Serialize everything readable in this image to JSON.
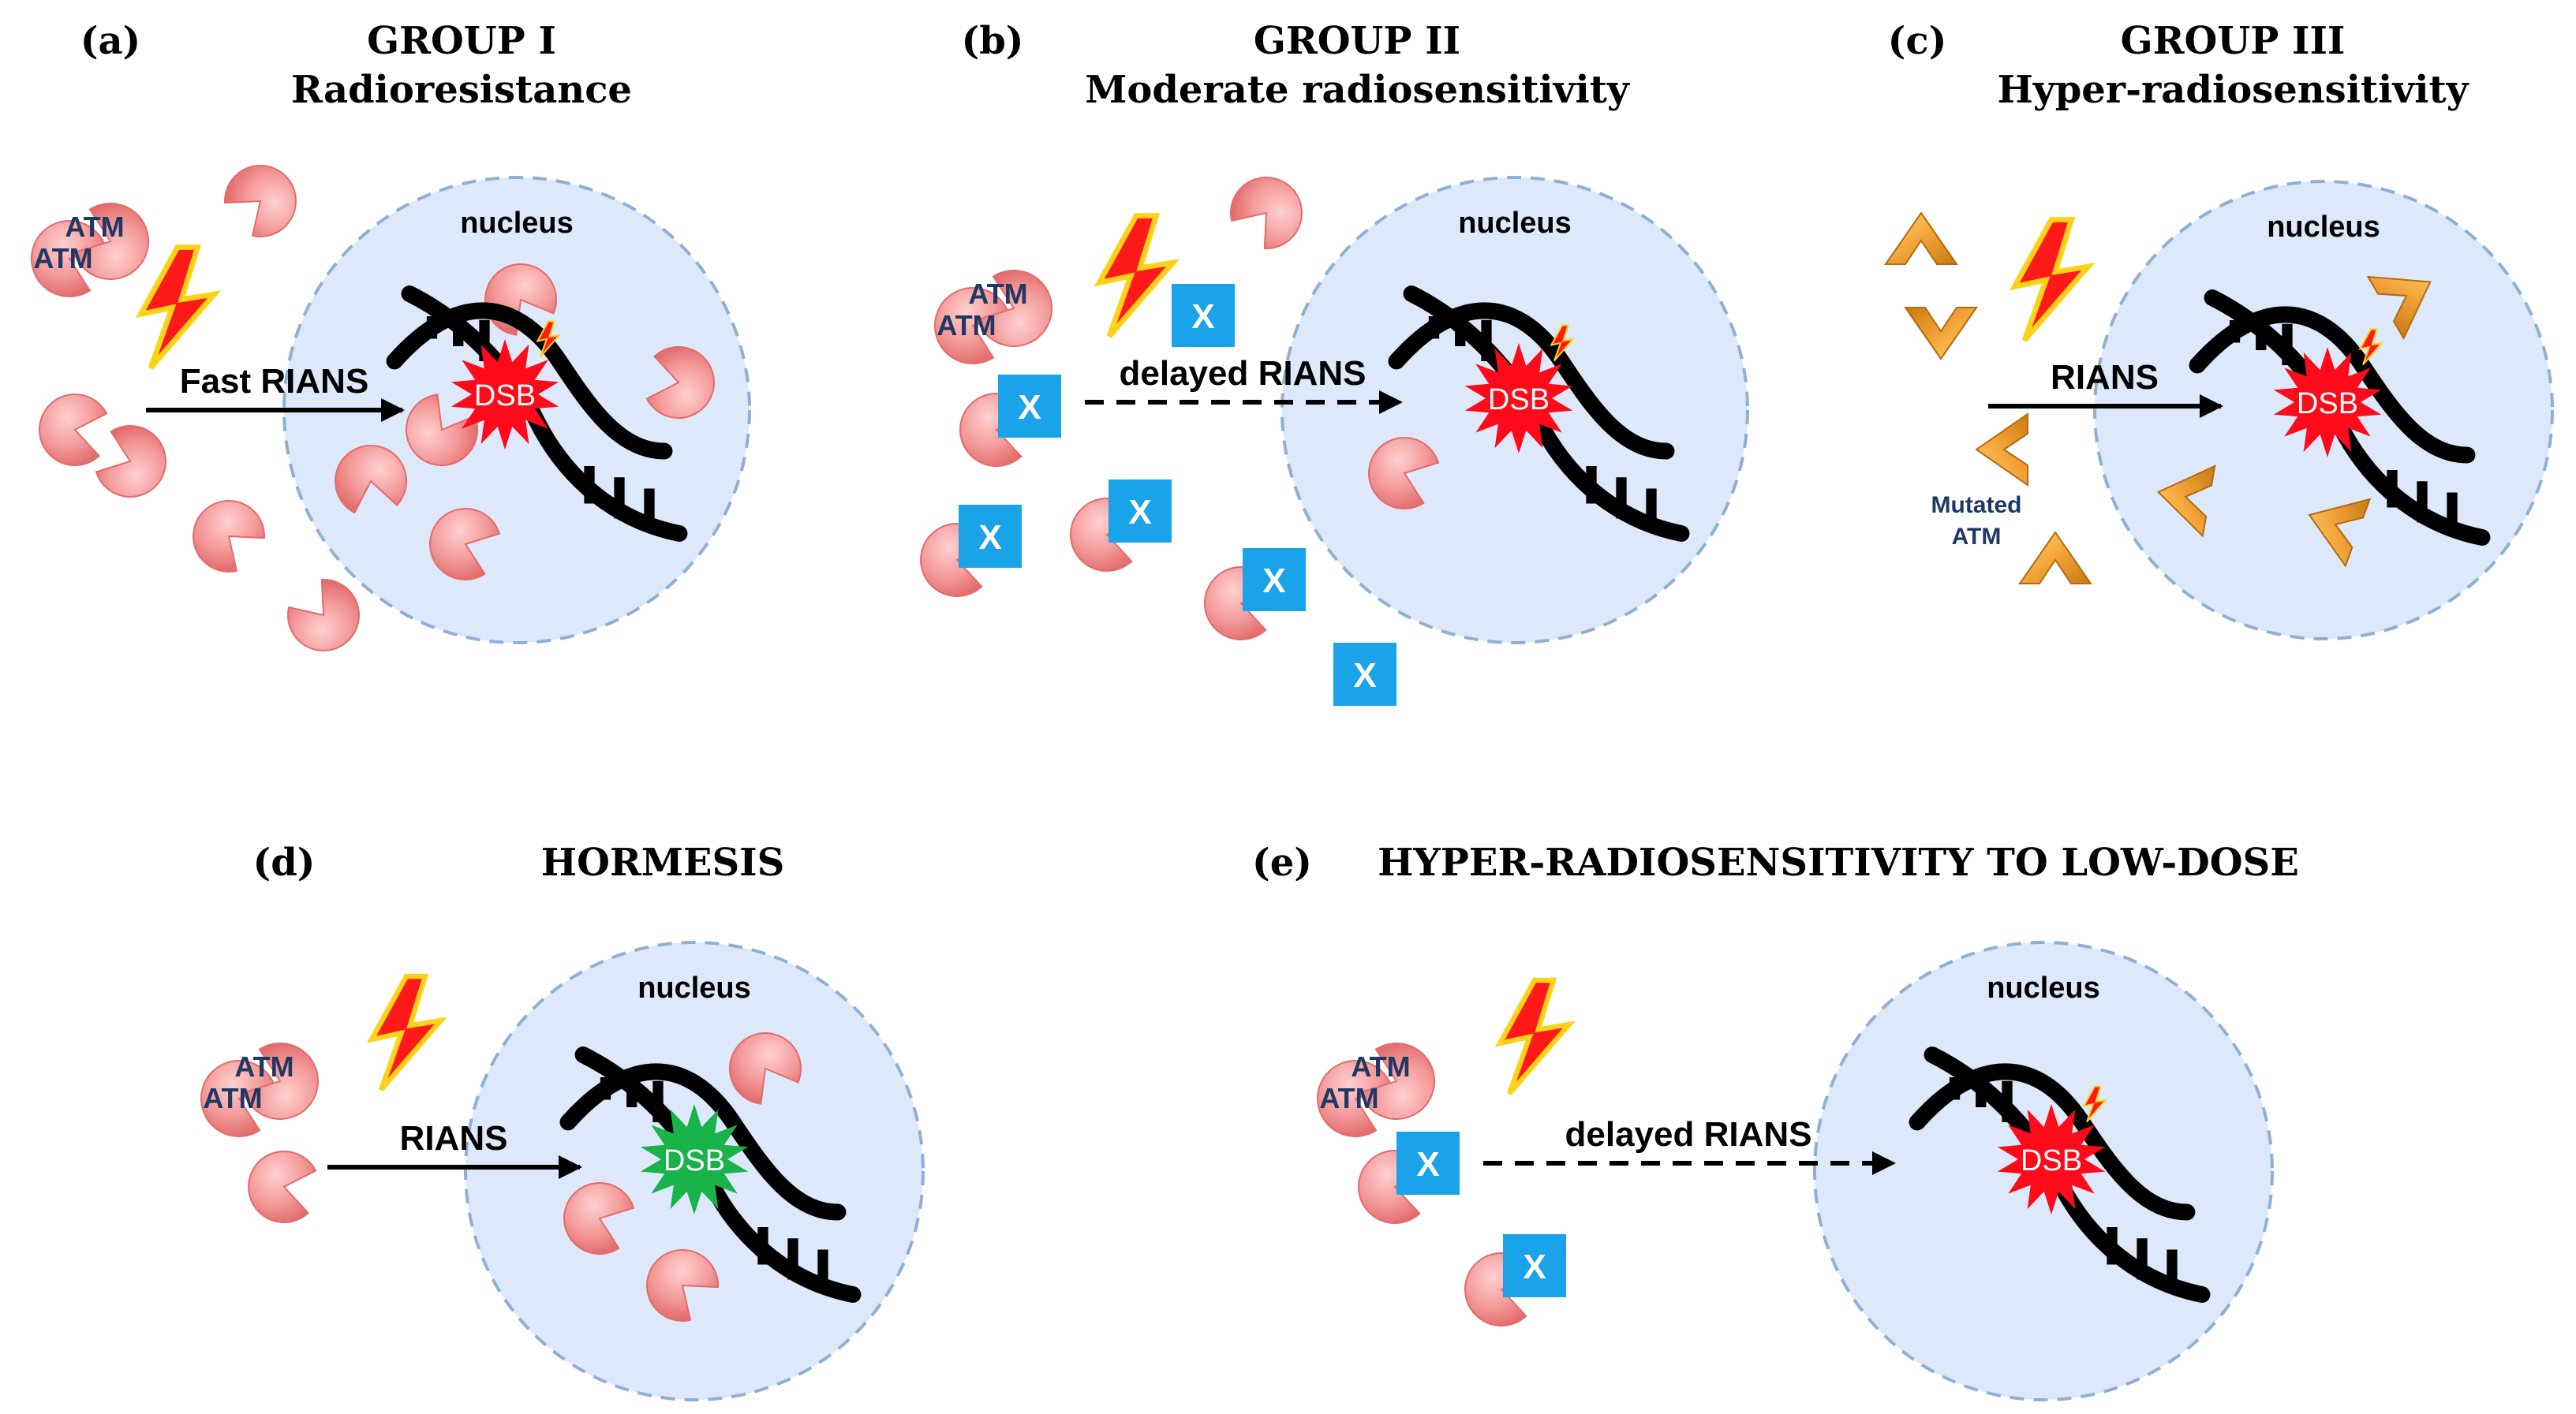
{
  "colors": {
    "nucleus_fill": "#dde8fa",
    "nucleus_stroke": "#8fb0d6",
    "atm_fill": "#f28b8b",
    "inhibitor_fill": "#1aa3e8",
    "bolt_fill": "#ff1a1a",
    "bolt_stroke": "#ffd21a",
    "dsb_fill": "#ff0a1a",
    "dsb_repaired_fill": "#19b34a",
    "mutated_atm_fill": "#f2a43a",
    "text_dark": "#000000",
    "text_navy": "#1f3864"
  },
  "panels": {
    "a": {
      "letter": "(a)",
      "title_line1": "GROUP I",
      "title_line2": "Radioresistance",
      "nucleus_label": "nucleus",
      "arrow_label": "Fast RIANS",
      "dsb_label": "DSB",
      "atm_label_1": "ATM",
      "atm_label_2": "ATM"
    },
    "b": {
      "letter": "(b)",
      "title_line1": "GROUP II",
      "title_line2": "Moderate radiosensitivity",
      "nucleus_label": "nucleus",
      "arrow_label": "delayed RIANS",
      "dsb_label": "DSB",
      "atm_label_1": "ATM",
      "atm_label_2": "ATM",
      "inhibitor_label": "X"
    },
    "c": {
      "letter": "(c)",
      "title_line1": "GROUP III",
      "title_line2": "Hyper-radiosensitivity",
      "nucleus_label": "nucleus",
      "arrow_label": "RIANS",
      "dsb_label": "DSB",
      "mutated_label_1": "Mutated",
      "mutated_label_2": "ATM"
    },
    "d": {
      "letter": "(d)",
      "title_line1": "HORMESIS",
      "nucleus_label": "nucleus",
      "arrow_label": "RIANS",
      "dsb_label": "DSB",
      "atm_label_1": "ATM",
      "atm_label_2": "ATM"
    },
    "e": {
      "letter": "(e)",
      "title_line1": "HYPER-RADIOSENSITIVITY TO LOW-DOSE",
      "nucleus_label": "nucleus",
      "arrow_label": "delayed RIANS",
      "dsb_label": "DSB",
      "atm_label_1": "ATM",
      "atm_label_2": "ATM",
      "inhibitor_label": "X"
    }
  }
}
